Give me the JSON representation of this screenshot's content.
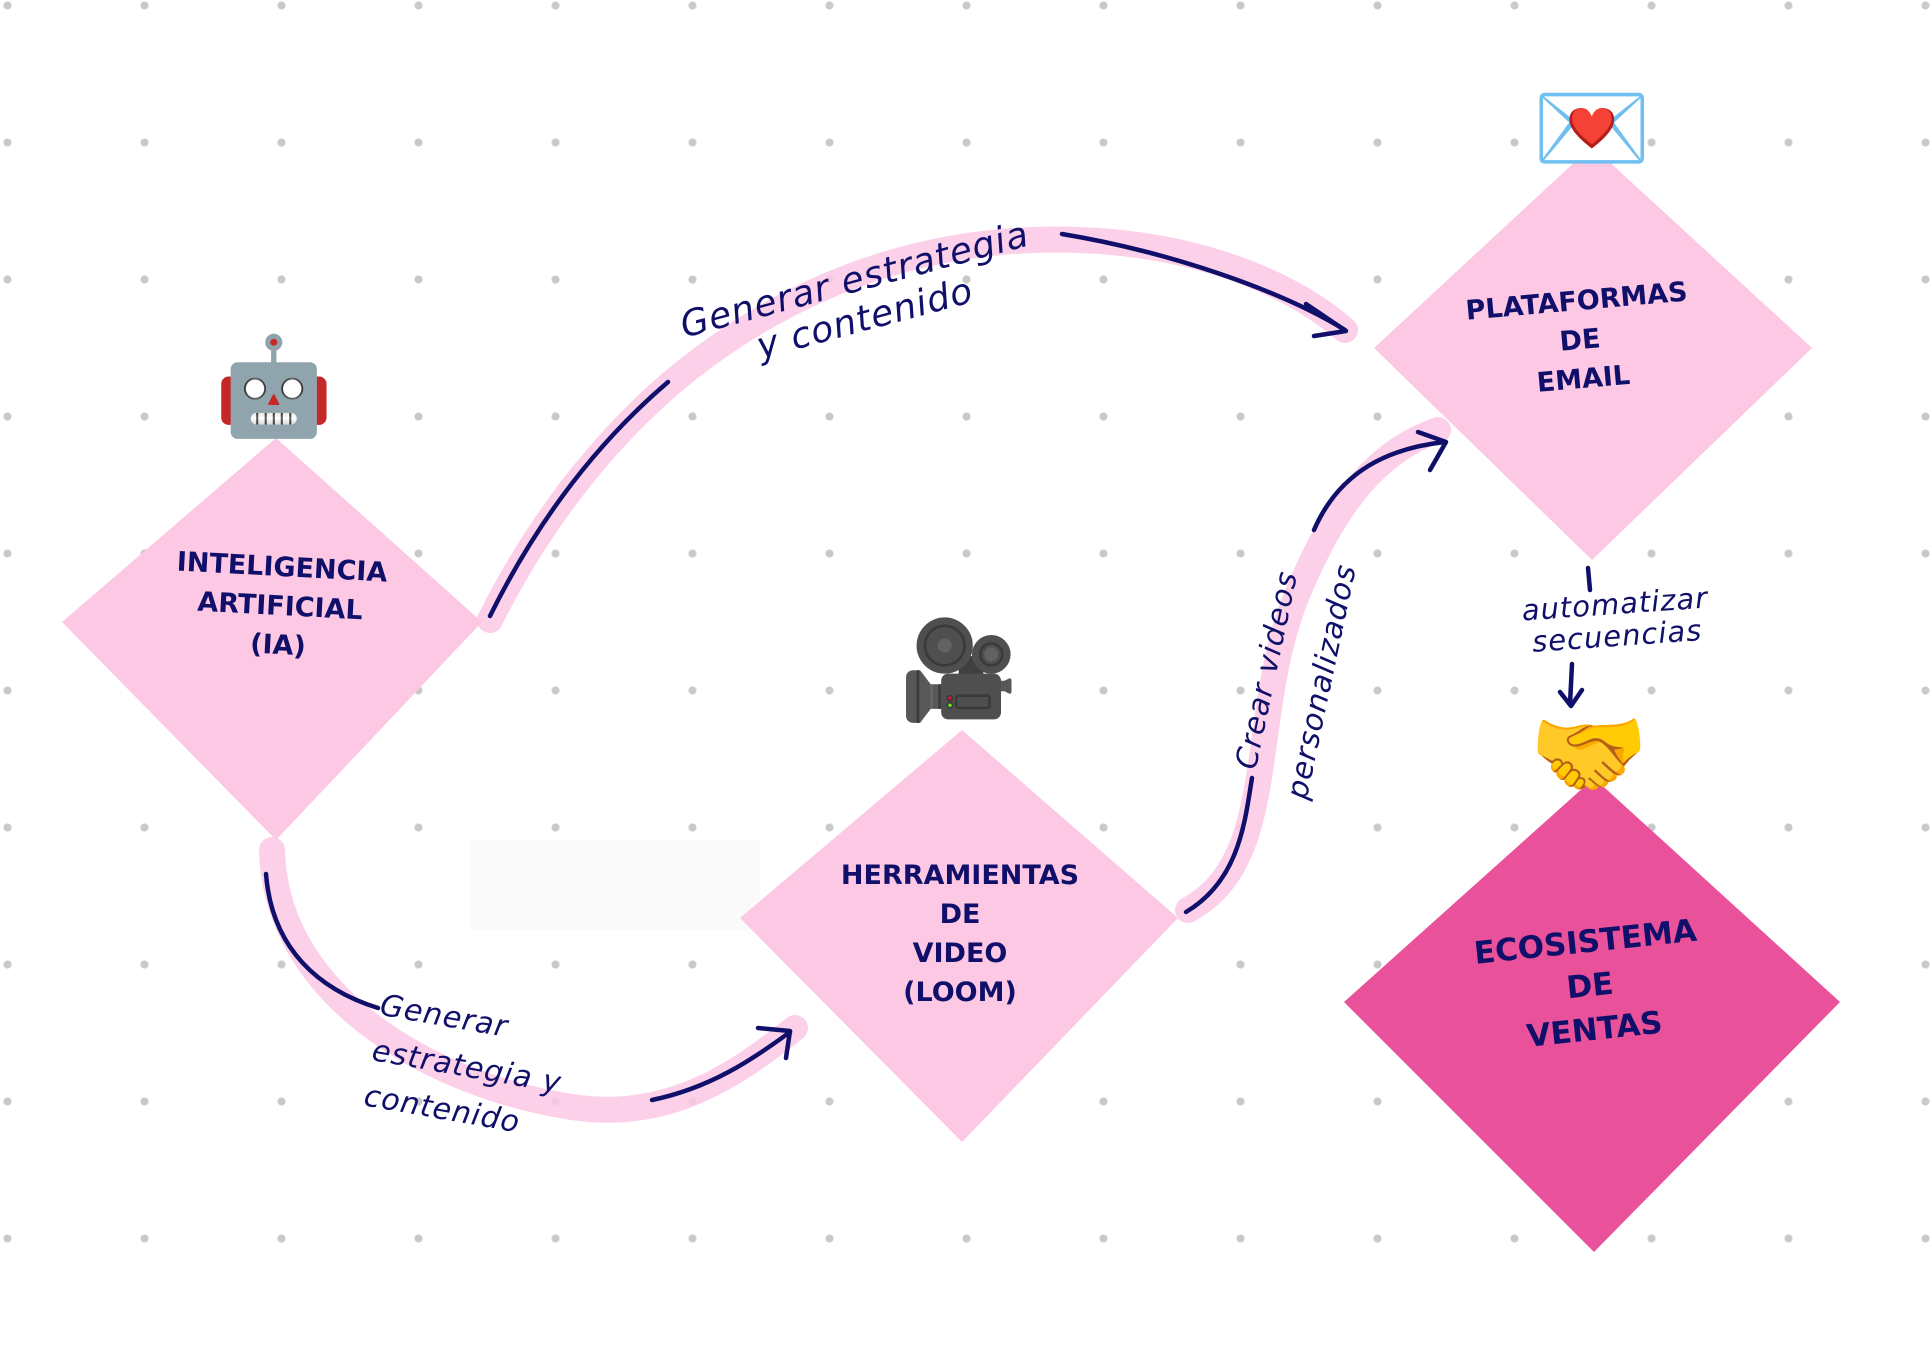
{
  "nodes": [
    {
      "id": "ia",
      "label": "INTELIGENCIA\nARTIFICIAL\n(IA)",
      "icon": "robot-icon",
      "glyph": "🤖",
      "fill": "#fcc8e4"
    },
    {
      "id": "email",
      "label": "PLATAFORMAS\nDE\nEMAIL",
      "icon": "love-letter-icon",
      "glyph": "💌",
      "fill": "#fcc8e4"
    },
    {
      "id": "video",
      "label": "HERRAMIENTAS\nDE\nVIDEO\n(LOOM)",
      "icon": "movie-camera-icon",
      "glyph": "🎥",
      "fill": "#fcc8e4"
    },
    {
      "id": "ventas",
      "label": "ECOSISTEMA\nDE\nVENTAS",
      "icon": "handshake-icon",
      "glyph": "🤝",
      "fill": "#e9529a"
    }
  ],
  "edges": [
    {
      "from": "ia",
      "to": "email",
      "label": "Generar estrategia\ny contenido"
    },
    {
      "from": "ia",
      "to": "video",
      "label": "Generar\nestrategia y\ncontenido"
    },
    {
      "from": "video",
      "to": "email",
      "label": "Crear videos\npersonalizados"
    },
    {
      "from": "email",
      "to": "ventas",
      "label": "automatizar\nsecuencias"
    }
  ],
  "colors": {
    "ink": "#10106a",
    "highlight": "#fcc8e4",
    "node_light": "#fcc8e4",
    "node_dark": "#e9529a"
  }
}
